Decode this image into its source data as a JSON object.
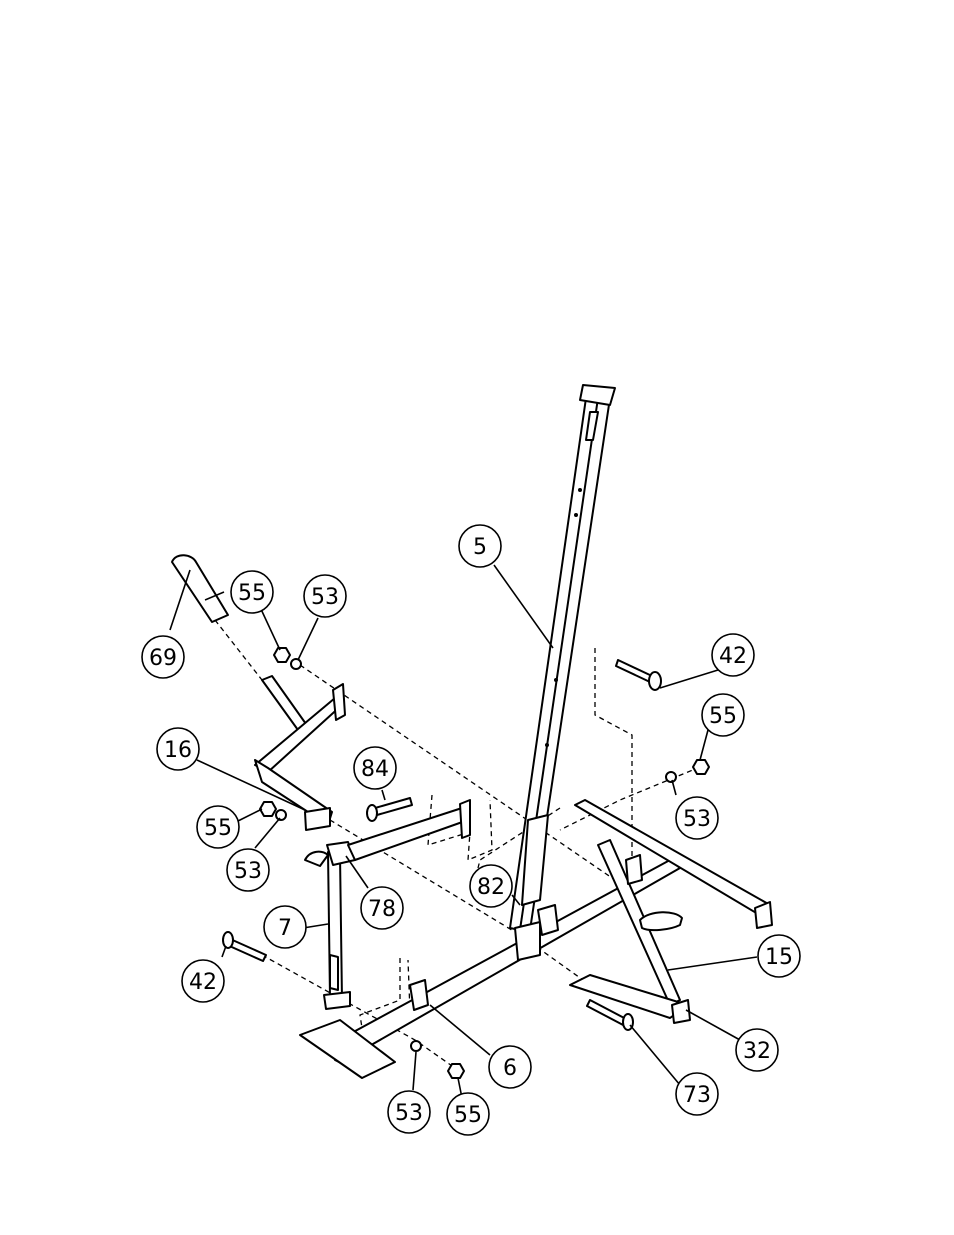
{
  "diagram": {
    "callouts": [
      {
        "id": "c5",
        "label": "5"
      },
      {
        "id": "c42a",
        "label": "42"
      },
      {
        "id": "c55a",
        "label": "55"
      },
      {
        "id": "c53a",
        "label": "53"
      },
      {
        "id": "c69",
        "label": "69"
      },
      {
        "id": "c16",
        "label": "16"
      },
      {
        "id": "c84",
        "label": "84"
      },
      {
        "id": "c55b",
        "label": "55"
      },
      {
        "id": "c53b",
        "label": "53"
      },
      {
        "id": "c55c",
        "label": "55"
      },
      {
        "id": "c53c",
        "label": "53"
      },
      {
        "id": "c82",
        "label": "82"
      },
      {
        "id": "c78",
        "label": "78"
      },
      {
        "id": "c7",
        "label": "7"
      },
      {
        "id": "c15",
        "label": "15"
      },
      {
        "id": "c42b",
        "label": "42"
      },
      {
        "id": "c32",
        "label": "32"
      },
      {
        "id": "c6",
        "label": "6"
      },
      {
        "id": "c73",
        "label": "73"
      },
      {
        "id": "c53d",
        "label": "53"
      },
      {
        "id": "c55d",
        "label": "55"
      }
    ]
  }
}
